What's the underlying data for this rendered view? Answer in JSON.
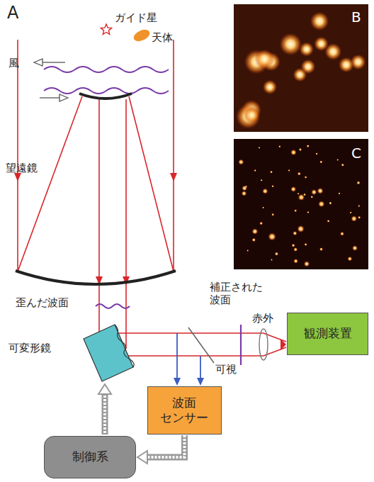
{
  "diagram": {
    "nodes": [
      {
        "text": [
          "観測装置"
        ]
      },
      {
        "text": [
          "波面 センサー"
        ]
      },
      {
        "text": [
          "制御系"
        ]
      }
    ],
    "edges": [
      {
        "from": 1,
        "to": 2,
        "arrow": "to"
      }
    ],
    "labels": [
      "A",
      "ガイド星",
      "天体",
      "風",
      "望遠鏡",
      "歪んだ波面",
      "可変形鏡",
      "補正された 波面",
      "赤外",
      "可視",
      "B",
      "C"
    ]
  }
}
